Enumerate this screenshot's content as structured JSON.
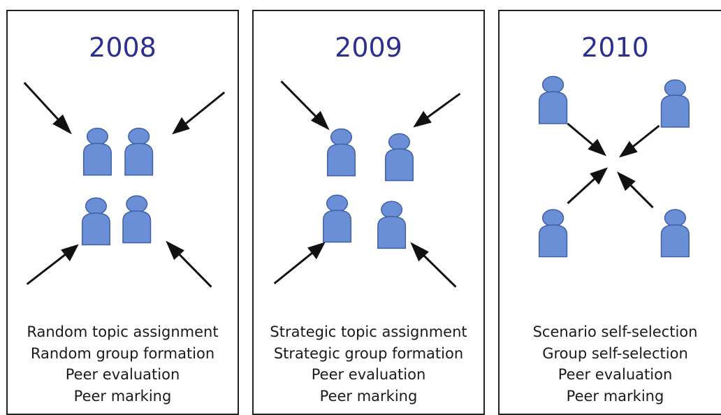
{
  "colors": {
    "person_fill": "#6b8fd6",
    "person_stroke": "#3f5fa8",
    "arrow": "#111111",
    "year_text": "#2b2f8f"
  },
  "panels": [
    {
      "year": "2008",
      "icon": "person-icon",
      "lines": [
        "Random topic assignment",
        "Random group formation",
        "Peer evaluation",
        "Peer marking"
      ]
    },
    {
      "year": "2009",
      "icon": "person-icon",
      "lines": [
        "Strategic topic assignment",
        "Strategic group formation",
        "Peer evaluation",
        "Peer marking"
      ]
    },
    {
      "year": "2010",
      "icon": "person-icon",
      "lines": [
        "Scenario self-selection",
        "Group self-selection",
        "Peer evaluation",
        "Peer marking"
      ]
    }
  ]
}
